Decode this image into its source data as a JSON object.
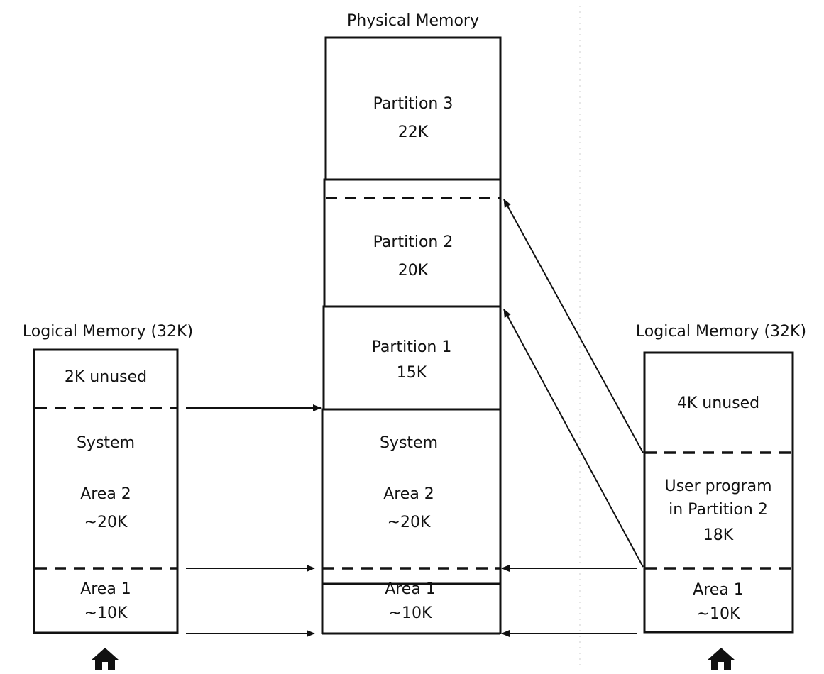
{
  "physical": {
    "title": "Physical Memory",
    "partition3": {
      "name": "Partition 3",
      "size": "22K"
    },
    "partition2": {
      "name": "Partition 2",
      "size": "20K"
    },
    "partition1": {
      "name": "Partition 1",
      "size": "15K"
    },
    "system": {
      "line1": "System",
      "line2": "Area 2",
      "line3": "~20K"
    },
    "area1": {
      "line1": "Area 1",
      "line2": "~10K"
    }
  },
  "left": {
    "title": "Logical Memory (32K)",
    "unused": "2K unused",
    "system": {
      "line1": "System",
      "line2": "Area 2",
      "line3": "~20K"
    },
    "area1": {
      "line1": "Area 1",
      "line2": "~10K"
    }
  },
  "right": {
    "title": "Logical Memory (32K)",
    "unused": "4K unused",
    "user": {
      "line1": "User program",
      "line2": "in Partition 2",
      "line3": "18K"
    },
    "area1": {
      "line1": "Area 1",
      "line2": "~10K"
    }
  },
  "icons": {
    "left_marker": "house-arrow-icon",
    "right_marker": "house-arrow-icon"
  }
}
